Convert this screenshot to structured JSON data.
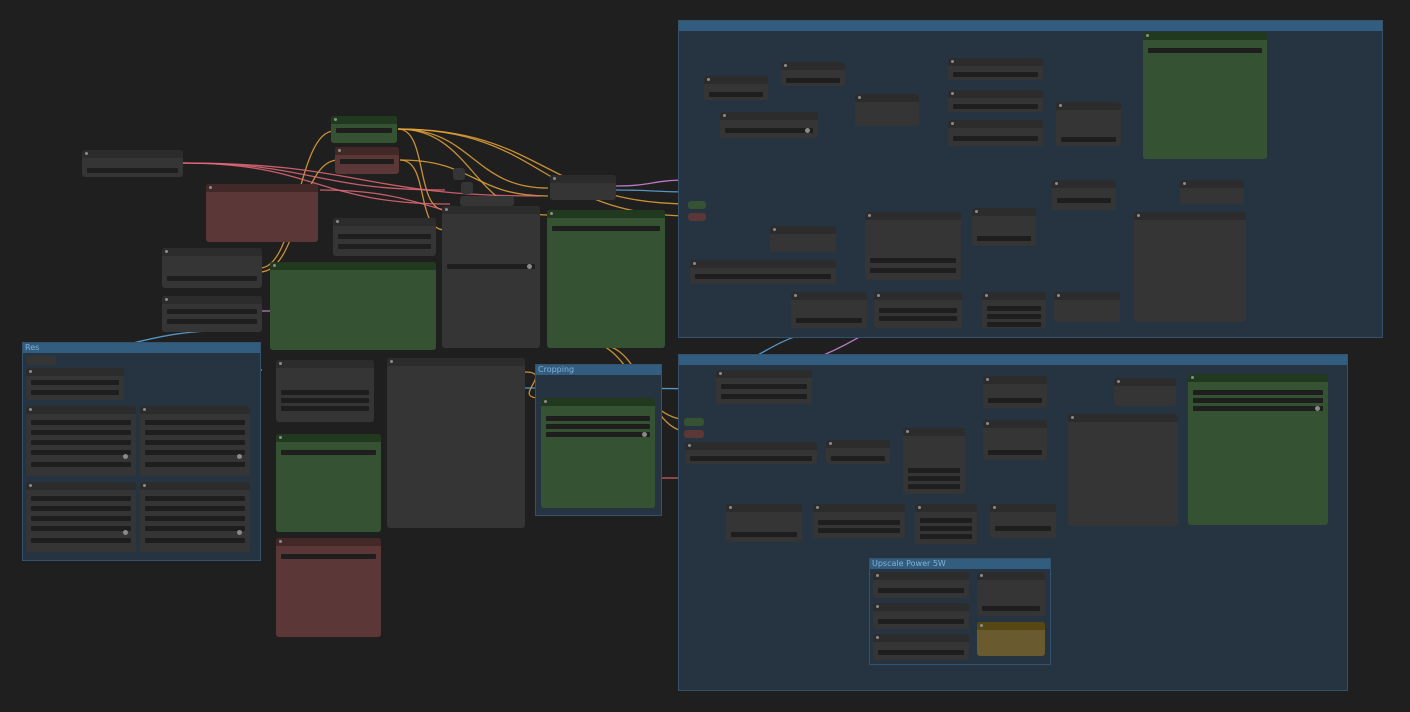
{
  "canvas": {
    "background": "#1f1f1f"
  },
  "groups": [
    {
      "id": "top-right",
      "title": ""
    },
    {
      "id": "bottom-right",
      "title": ""
    },
    {
      "id": "left",
      "title": "Res"
    },
    {
      "id": "cropping",
      "title": "Cropping"
    },
    {
      "id": "upscale",
      "title": "Upscale Power 5W"
    }
  ],
  "colors": {
    "node": "#353535",
    "node_green": "#355332",
    "node_red": "#5b3737",
    "node_yellow": "#6a5a2f",
    "group": "#263441",
    "group_title": "#335d7f",
    "wire_yellow": "#e6a53a",
    "wire_pink": "#e46a78",
    "wire_violet": "#d58ae0",
    "wire_blue": "#5fa8e0",
    "wire_cyan": "#7fd6e6",
    "wire_green": "#9ee06a"
  }
}
